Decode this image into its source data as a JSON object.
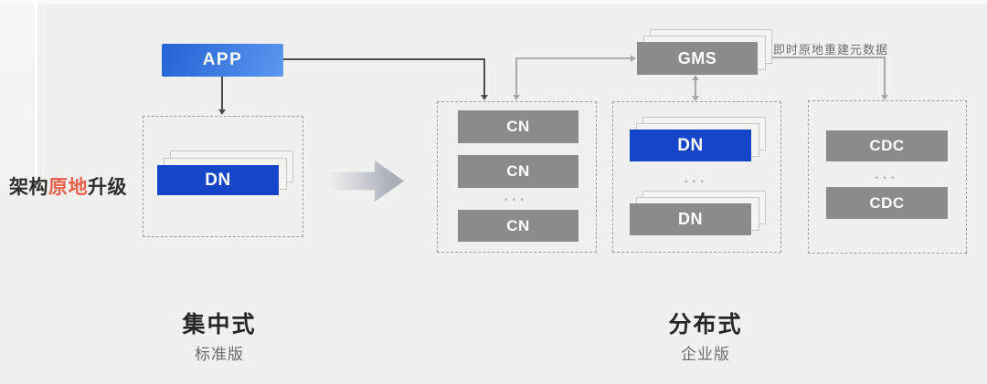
{
  "side_label": {
    "prefix": "架构",
    "highlight": "原地",
    "suffix": "升级"
  },
  "centralized": {
    "app_label": "APP",
    "dn_label": "DN",
    "title": "集中式",
    "subtitle": "标准版"
  },
  "distributed": {
    "gms_label": "GMS",
    "gms_note": "即时原地重建元数据",
    "cn_items": [
      "CN",
      "CN",
      "CN"
    ],
    "cn_ellipsis": "...",
    "dn_primary": "DN",
    "dn_ellipsis": "...",
    "dn_secondary": "DN",
    "cdc_items": [
      "CDC",
      "CDC"
    ],
    "cdc_ellipsis": "...",
    "title": "分布式",
    "subtitle": "企业版"
  },
  "colors": {
    "background": "#f0f0ee",
    "accent_blue": "#1646c8",
    "app_gradient_start": "#2263d3",
    "app_gradient_end": "#5d97f0",
    "node_gray": "#8b8b8b",
    "highlight_red": "#e8604a",
    "connector_light": "#a9a9a9",
    "connector_dark": "#4d4d4d"
  }
}
